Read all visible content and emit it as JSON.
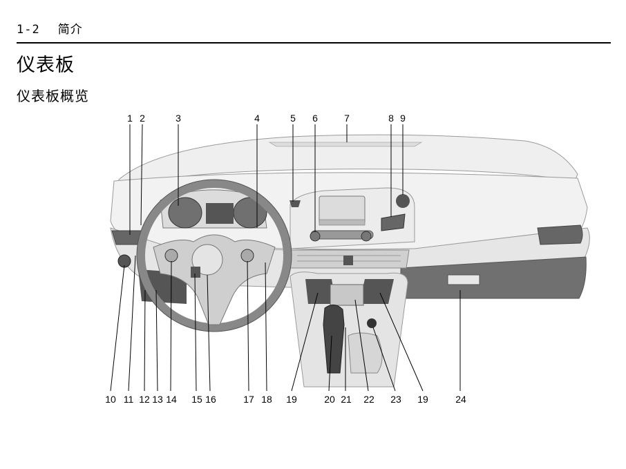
{
  "header": {
    "page_number": "1-2",
    "chapter": "简介"
  },
  "section_title": "仪表板",
  "sub_title": "仪表板概览",
  "callouts_top": [
    "1",
    "2",
    "3",
    "4",
    "5",
    "6",
    "7",
    "8",
    "9"
  ],
  "callouts_bottom": [
    "10",
    "11",
    "12",
    "13",
    "14",
    "15",
    "16",
    "17",
    "18",
    "19",
    "20",
    "21",
    "22",
    "23",
    "19",
    "24"
  ]
}
